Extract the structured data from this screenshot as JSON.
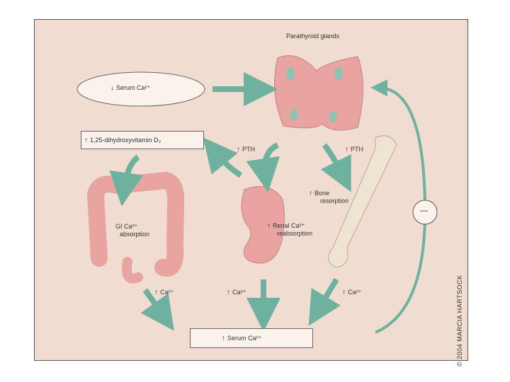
{
  "labels": {
    "parathyroid": "Parathyroid glands",
    "serum_low": "Serum Ca²⁺",
    "vitamin": "1,25-dihydroxyvitamin D₃",
    "pth_left": "PTH",
    "pth_right": "PTH",
    "bone_1": "Bone",
    "bone_2": "resorption",
    "gi_1": "GI Ca²⁺",
    "gi_2": "absorption",
    "renal_1": "Renal Ca²⁺",
    "renal_2": "reabsorption",
    "ca_gi": "Ca²⁺",
    "ca_kidney": "Ca²⁺",
    "ca_bone": "Ca²⁺",
    "serum_high": "Serum Ca²⁺",
    "minus": "—",
    "copyright": "© 2004 MARCIA HARTSOCK"
  },
  "arrows": {
    "down": "↓",
    "up": "↑"
  },
  "colors": {
    "arrow": "#6fb19f",
    "tissue": "#e9a3a0",
    "background": "#f1dcd1",
    "bone": "#efe3d1"
  }
}
